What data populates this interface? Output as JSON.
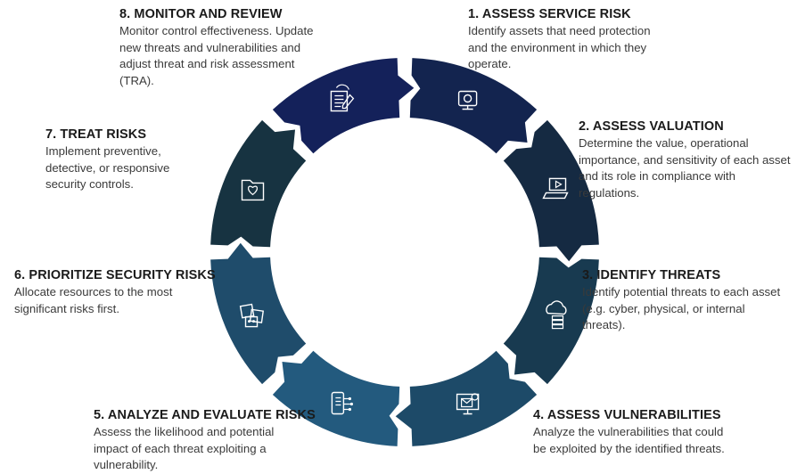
{
  "steps": [
    {
      "title": "1. ASSESS SERVICE RISK",
      "desc": "Identify assets that need protection and the environment in which they operate.",
      "color": "#13244f",
      "icon": "webcam-monitor-icon"
    },
    {
      "title": "2. ASSESS VALUATION",
      "desc": "Determine the value, operational importance, and sensitivity of each asset and its role in compliance with regulations.",
      "color": "#152a42",
      "icon": "laptop-video-icon"
    },
    {
      "title": "3. IDENTIFY THREATS",
      "desc": "Identify potential threats to each asset (e.g. cyber, physical, or internal threats).",
      "color": "#183a50",
      "icon": "cloud-server-icon"
    },
    {
      "title": "4. ASSESS VULNERABILITIES",
      "desc": "Analyze the vulnerabilities that could be exploited by the identified threats.",
      "color": "#1d4a68",
      "icon": "mail-alert-monitor-icon"
    },
    {
      "title": "5. ANALYZE AND EVALUATE RISKS",
      "desc": "Assess the likelihood and potential impact of each threat exploiting a vulnerability.",
      "color": "#235a7e",
      "icon": "mobile-network-icon"
    },
    {
      "title": "6. PRIORITIZE SECURITY RISKS",
      "desc": "Allocate resources to the most significant risks first.",
      "color": "#1f4c6b",
      "icon": "priority-tags-icon"
    },
    {
      "title": "7. TREAT RISKS",
      "desc": "Implement preventive, detective, or responsive security controls.",
      "color": "#173341",
      "icon": "secure-folder-icon"
    },
    {
      "title": "8. MONITOR AND REVIEW",
      "desc": "Monitor control effectiveness. Update new threats and vulnerabilities and adjust threat and risk assessment (TRA).",
      "color": "#14215a",
      "icon": "report-edit-icon"
    }
  ]
}
